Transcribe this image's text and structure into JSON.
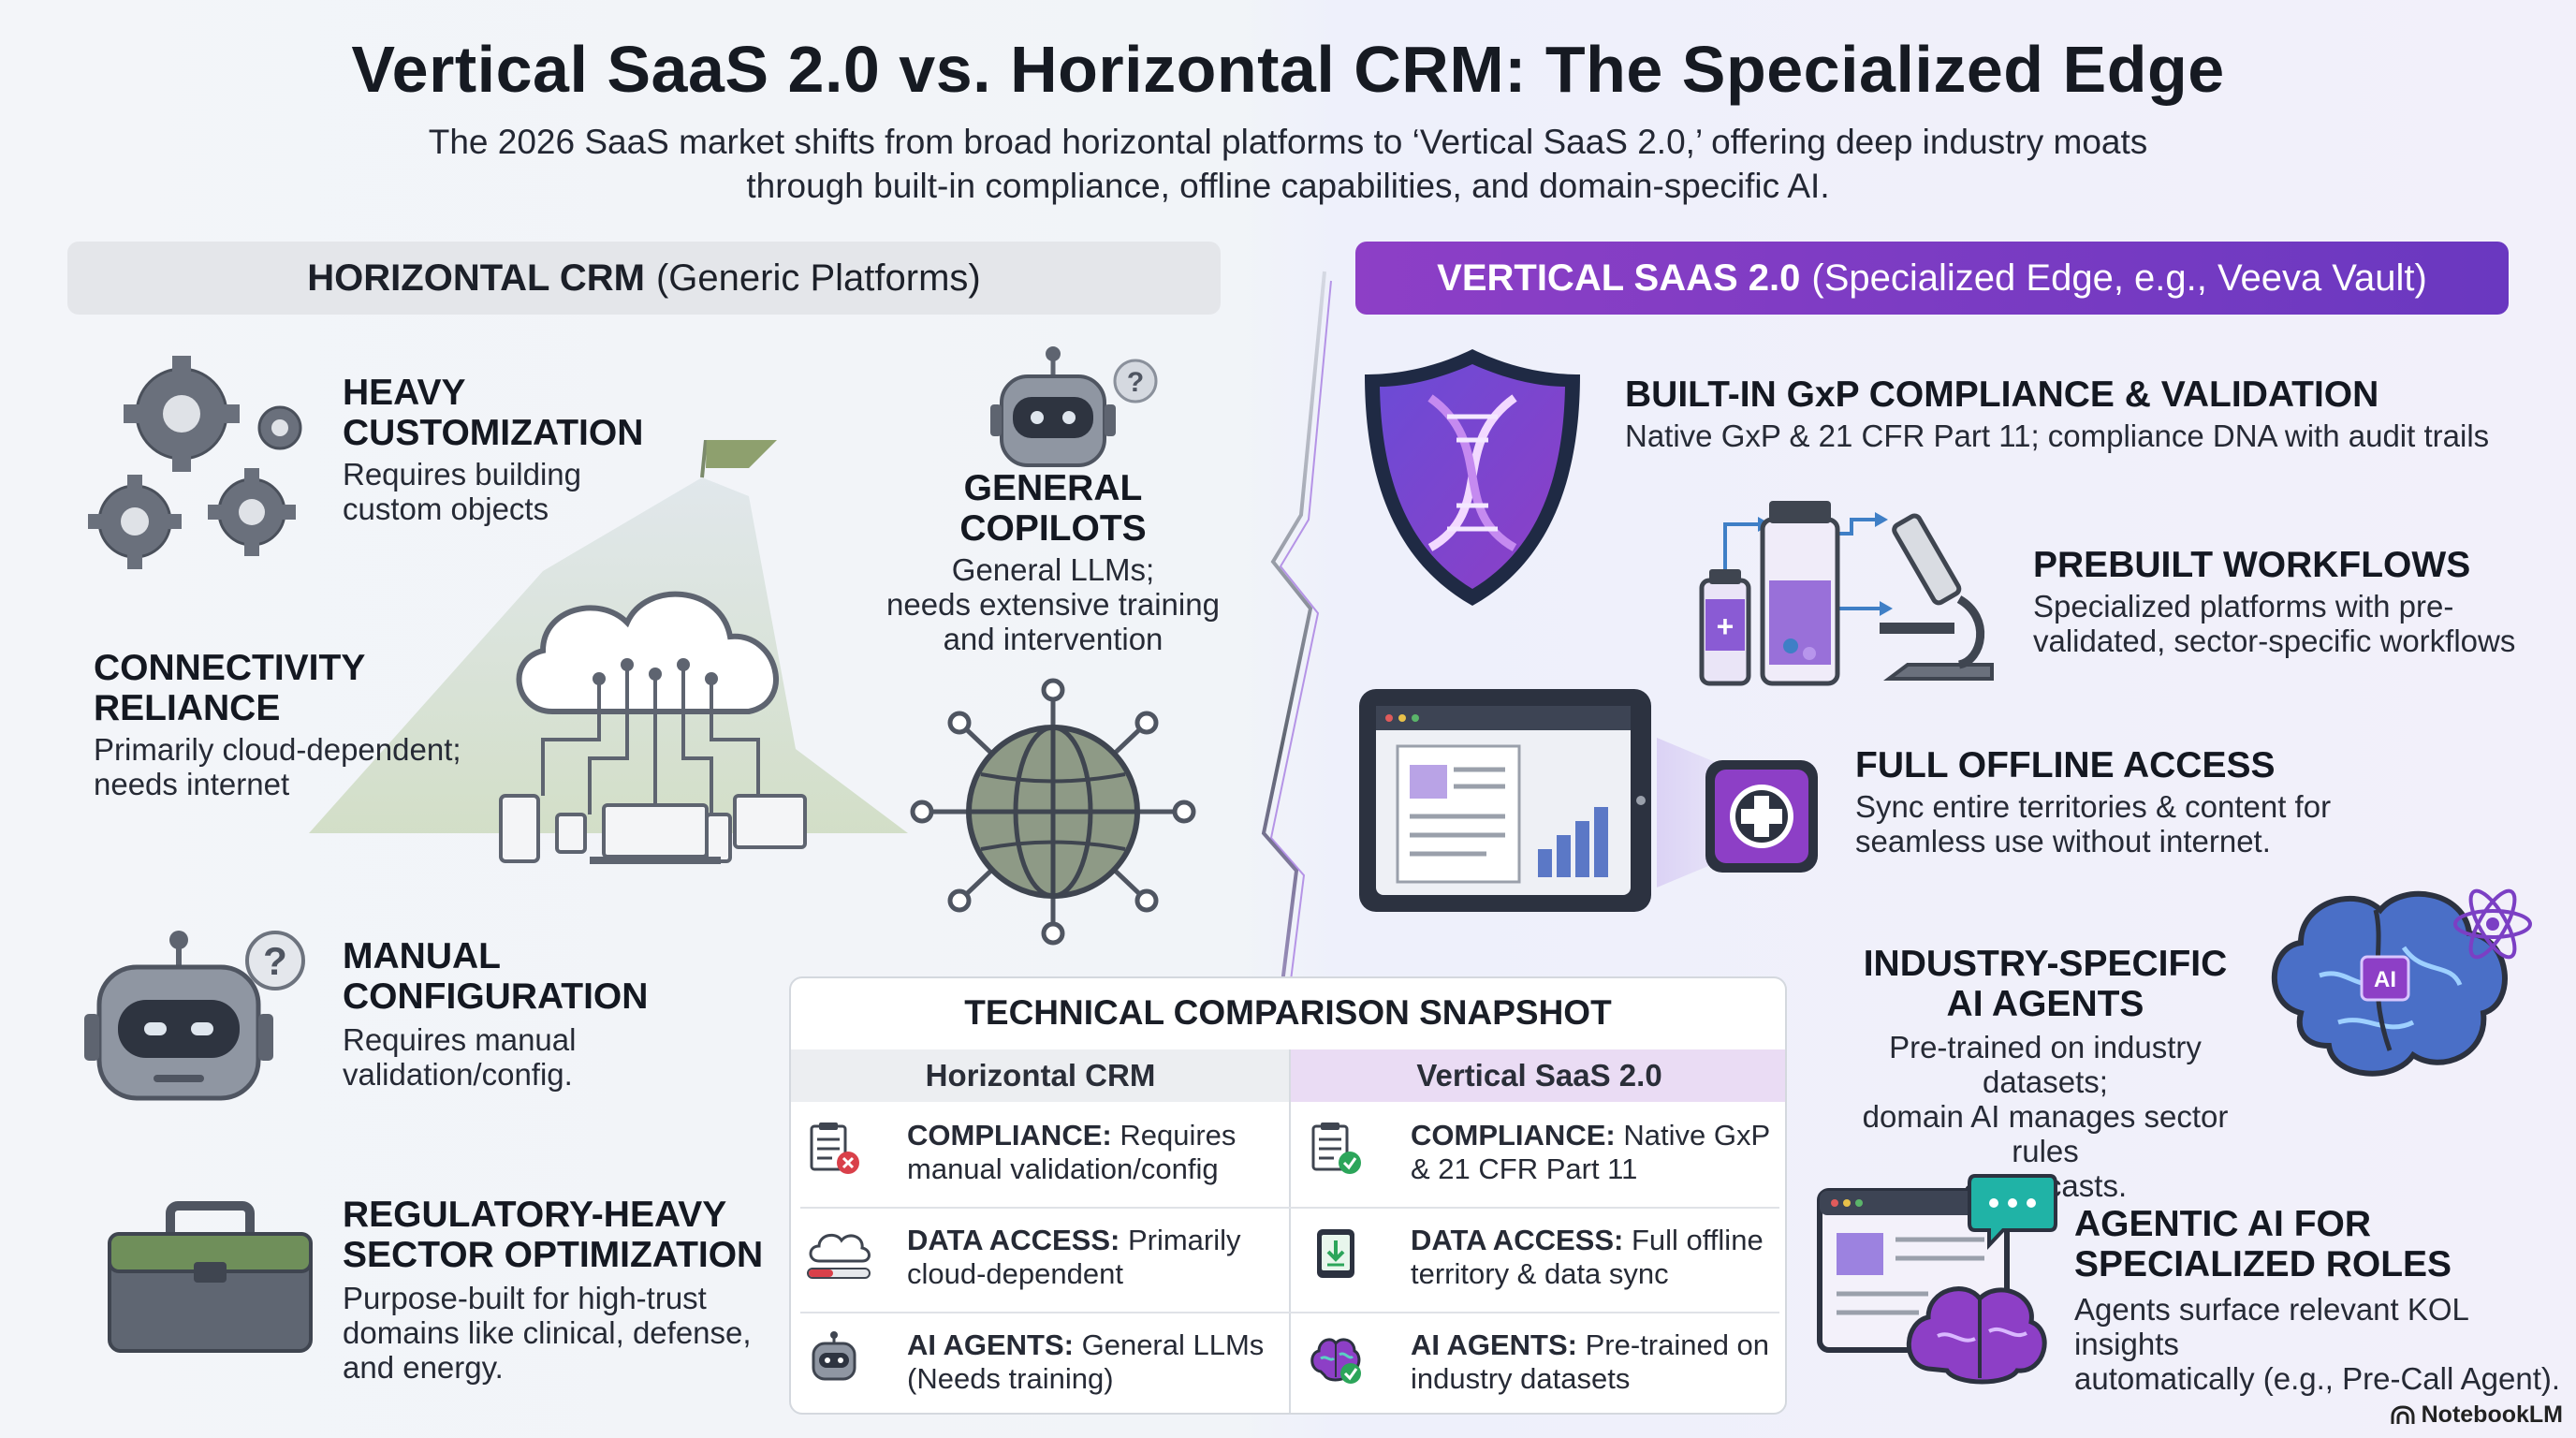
{
  "title": "Vertical SaaS 2.0 vs. Horizontal CRM: The Specialized Edge",
  "subtitle_line1": "The 2026 SaaS market shifts from broad horizontal platforms to ‘Vertical SaaS 2.0,’ offering deep industry moats",
  "subtitle_line2": "through built-in compliance, offline capabilities, and domain-specific AI.",
  "left_header": {
    "bold": "HORIZONTAL CRM",
    "rest": "(Generic Platforms)"
  },
  "right_header": {
    "bold": "VERTICAL SAAS 2.0",
    "rest": "(Specialized Edge, e.g., Veeva Vault)"
  },
  "left": {
    "customization": {
      "h1": "HEAVY",
      "h2": "CUSTOMIZATION",
      "d1": "Requires building",
      "d2": "custom objects"
    },
    "copilots": {
      "h1": "GENERAL",
      "h2": "COPILOTS",
      "d1": "General LLMs;",
      "d2": "needs extensive training",
      "d3": "and intervention"
    },
    "connectivity": {
      "h1": "CONNECTIVITY",
      "h2": "RELIANCE",
      "d1": "Primarily cloud-dependent;",
      "d2": "needs internet"
    },
    "manual": {
      "h1": "MANUAL",
      "h2": "CONFIGURATION",
      "d1": "Requires manual",
      "d2": "validation/config."
    },
    "regulatory": {
      "h1": "REGULATORY-HEAVY",
      "h2": "SECTOR OPTIMIZATION",
      "d1": "Purpose-built for high-trust",
      "d2": "domains like clinical, defense,",
      "d3": "and energy."
    }
  },
  "right": {
    "compliance": {
      "h1": "BUILT-IN GxP COMPLIANCE & VALIDATION",
      "d1": "Native GxP & 21 CFR Part 11; compliance DNA with audit trails"
    },
    "workflows": {
      "h1": "PREBUILT WORKFLOWS",
      "d1": "Specialized platforms with pre-",
      "d2": "validated, sector-specific workflows"
    },
    "offline": {
      "h1": "FULL OFFLINE ACCESS",
      "d1": "Sync entire territories & content for",
      "d2": "seamless use without internet."
    },
    "agents": {
      "h1": "INDUSTRY-SPECIFIC",
      "h2": "AI AGENTS",
      "d1": "Pre-trained on industry datasets;",
      "d2": "domain AI manages sector rules",
      "d3": "& forecasts."
    },
    "agentic": {
      "h1": "AGENTIC AI FOR",
      "h2": "SPECIALIZED ROLES",
      "d1": "Agents surface relevant KOL insights",
      "d2": "automatically (e.g., Pre-Call Agent)."
    },
    "ai_badge": "AI"
  },
  "table": {
    "title": "TECHNICAL COMPARISON SNAPSHOT",
    "col_left": "Horizontal CRM",
    "col_right": "Vertical SaaS 2.0",
    "rows": [
      {
        "l_key": "COMPLIANCE:",
        "l_1": "Requires",
        "l_2": "manual validation/config",
        "r_key": "COMPLIANCE:",
        "r_1": "Native GxP",
        "r_2": "& 21 CFR Part 11"
      },
      {
        "l_key": "DATA ACCESS:",
        "l_1": "Primarily",
        "l_2": "cloud-dependent",
        "r_key": "DATA ACCESS:",
        "r_1": "Full offline",
        "r_2": "territory & data sync"
      },
      {
        "l_key": "AI AGENTS:",
        "l_1": "General LLMs",
        "l_2": "(Needs training)",
        "r_key": "AI AGENTS:",
        "r_1": "Pre-trained on",
        "r_2": "industry datasets"
      }
    ]
  },
  "brand": "NotebookLM",
  "colors": {
    "purple": "#7b3fc4",
    "gray_icon": "#5b6270",
    "green": "#6f8f5a"
  }
}
